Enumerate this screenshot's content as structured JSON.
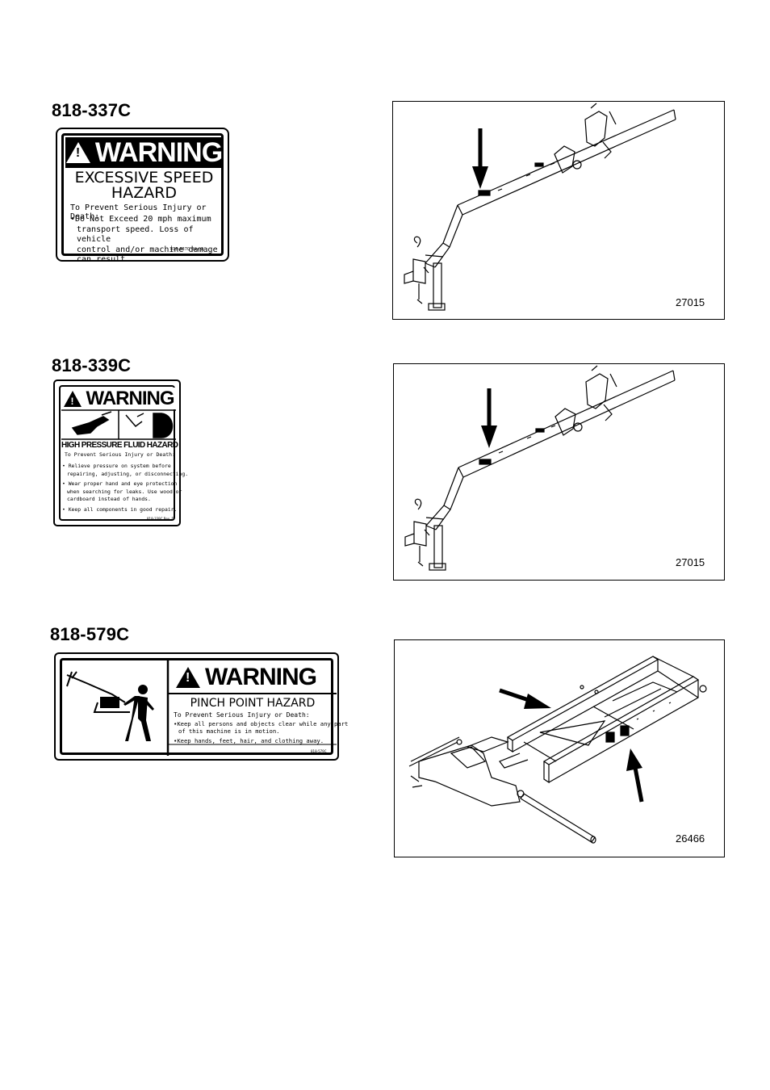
{
  "sections": [
    {
      "part_number": "818-337C",
      "decal": {
        "signal_word": "WARNING",
        "hazard_lines": [
          "EXCESSIVE SPEED",
          "HAZARD"
        ],
        "prevent_text": "To Prevent Serious Injury or Death:",
        "bullets": [
          "•Do Not Exceed 20 mph maximum",
          "transport speed. Loss of vehicle",
          "control and/or machine damage",
          "can result."
        ],
        "code": "818-337C Rev. A"
      },
      "figure_number": "27015"
    },
    {
      "part_number": "818-339C",
      "decal": {
        "signal_word": "WARNING",
        "hazard_title": "HIGH PRESSURE FLUID HAZARD",
        "prevent_text": "To Prevent Serious Injury or Death:",
        "bullets": [
          "• Relieve pressure on system before",
          "repairing, adjusting, or disconnecting.",
          "• Wear proper hand and eye protection",
          "when searching for leaks. Use wood or",
          "cardboard instead of hands.",
          "• Keep all components in good repair."
        ],
        "code": "818-339C Rev. D"
      },
      "figure_number": "27015"
    },
    {
      "part_number": "818-579C",
      "decal": {
        "signal_word": "WARNING",
        "hazard_lines": [
          "PINCH POINT HAZARD"
        ],
        "prevent_text": "To Prevent Serious Injury or Death:",
        "bullets": [
          "•Keep all persons and objects clear while any part",
          "of this machine is in motion.",
          "•Keep hands, feet, hair, and clothing away."
        ],
        "code": "818-579C"
      },
      "figure_number": "26466"
    }
  ]
}
